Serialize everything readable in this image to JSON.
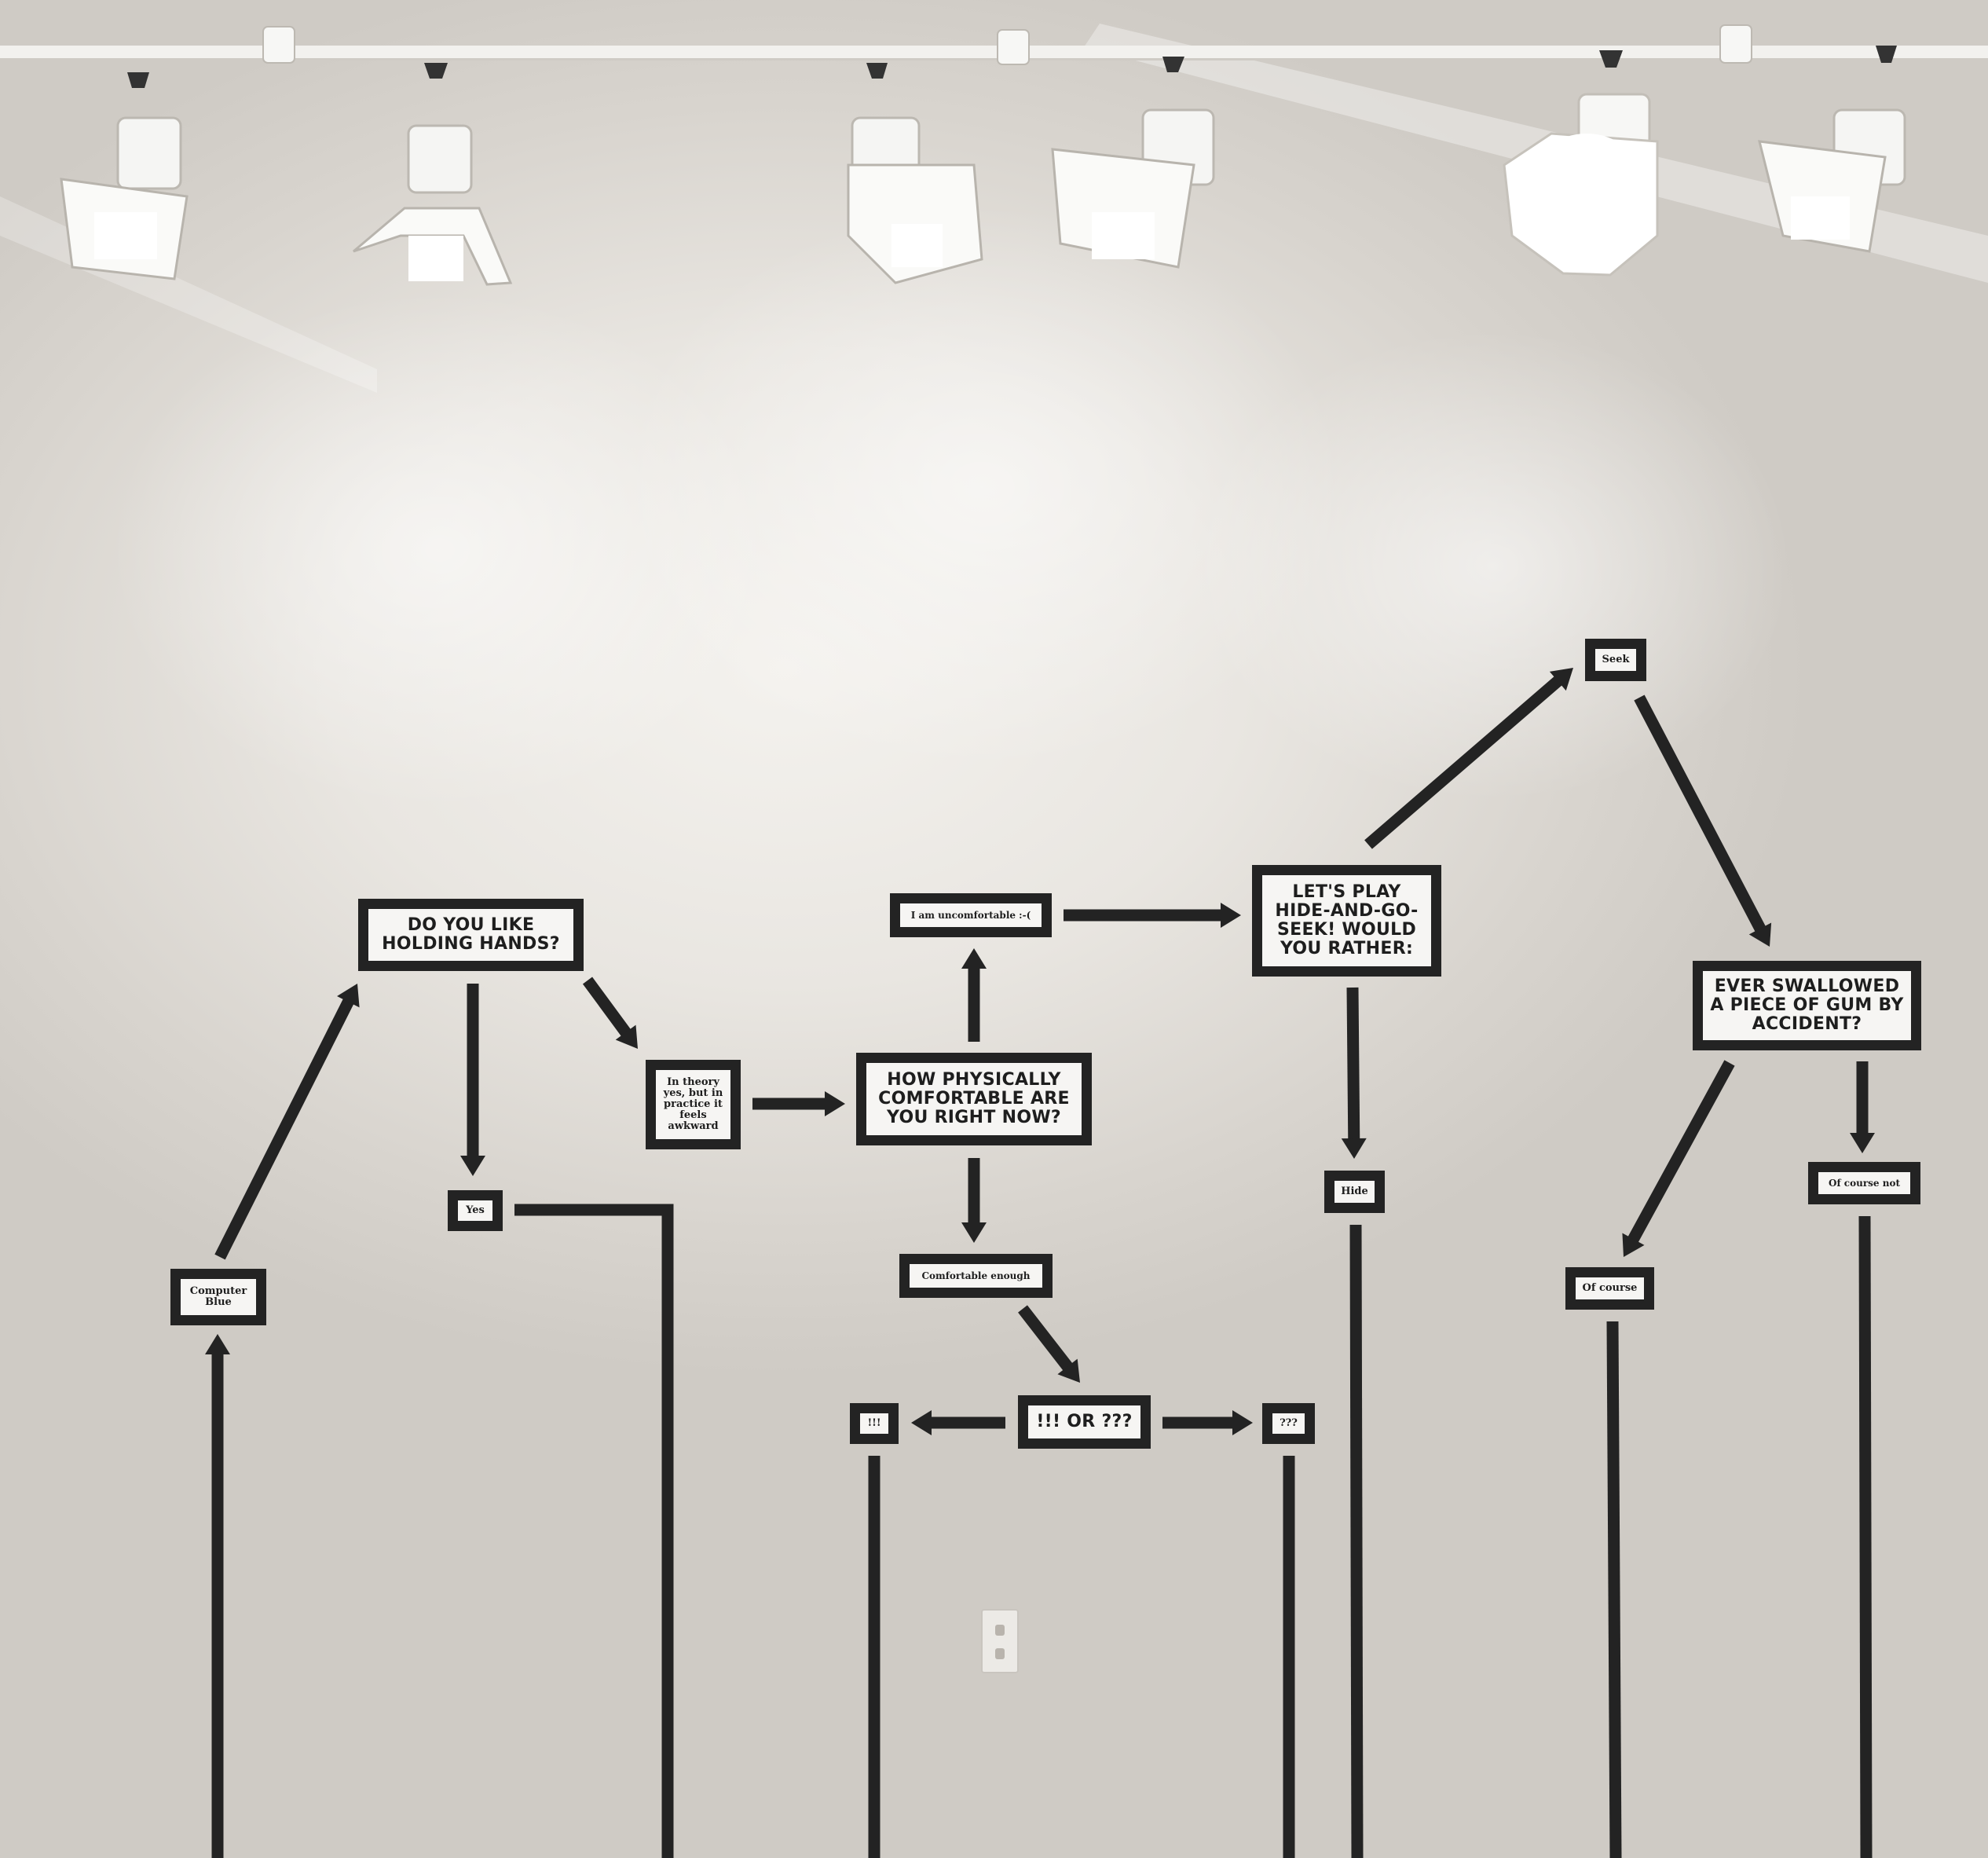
{
  "flowchart": {
    "nodes": {
      "do_you_like_holding_hands": "DO YOU LIKE HOLDING HANDS?",
      "in_theory": "In theory yes, but in practice it feels awkward",
      "yes": "Yes",
      "computer_blue": "Computer Blue",
      "how_physically_comfortable": "HOW PHYSICALLY COMFORTABLE ARE YOU RIGHT NOW?",
      "i_am_uncomfortable": "I am uncomfortable :-(",
      "comfortable_enough": "Comfortable enough",
      "exclaim_or_question": "!!! OR ???",
      "exclaim": "!!!",
      "question": "???",
      "lets_play": "LET'S PLAY HIDE-AND-GO-SEEK! WOULD YOU RATHER:",
      "seek": "Seek",
      "hide": "Hide",
      "ever_swallowed_gum": "EVER SWALLOWED A PIECE OF GUM BY ACCIDENT?",
      "of_course": "Of course",
      "of_course_not": "Of course not"
    }
  },
  "colors": {
    "tape": "#232323",
    "wall": "#e9e6e1",
    "label_paper": "#f6f5f3"
  },
  "scene_items": [
    "track-lighting",
    "spotlight-icon",
    "electrical-outlet-icon"
  ]
}
